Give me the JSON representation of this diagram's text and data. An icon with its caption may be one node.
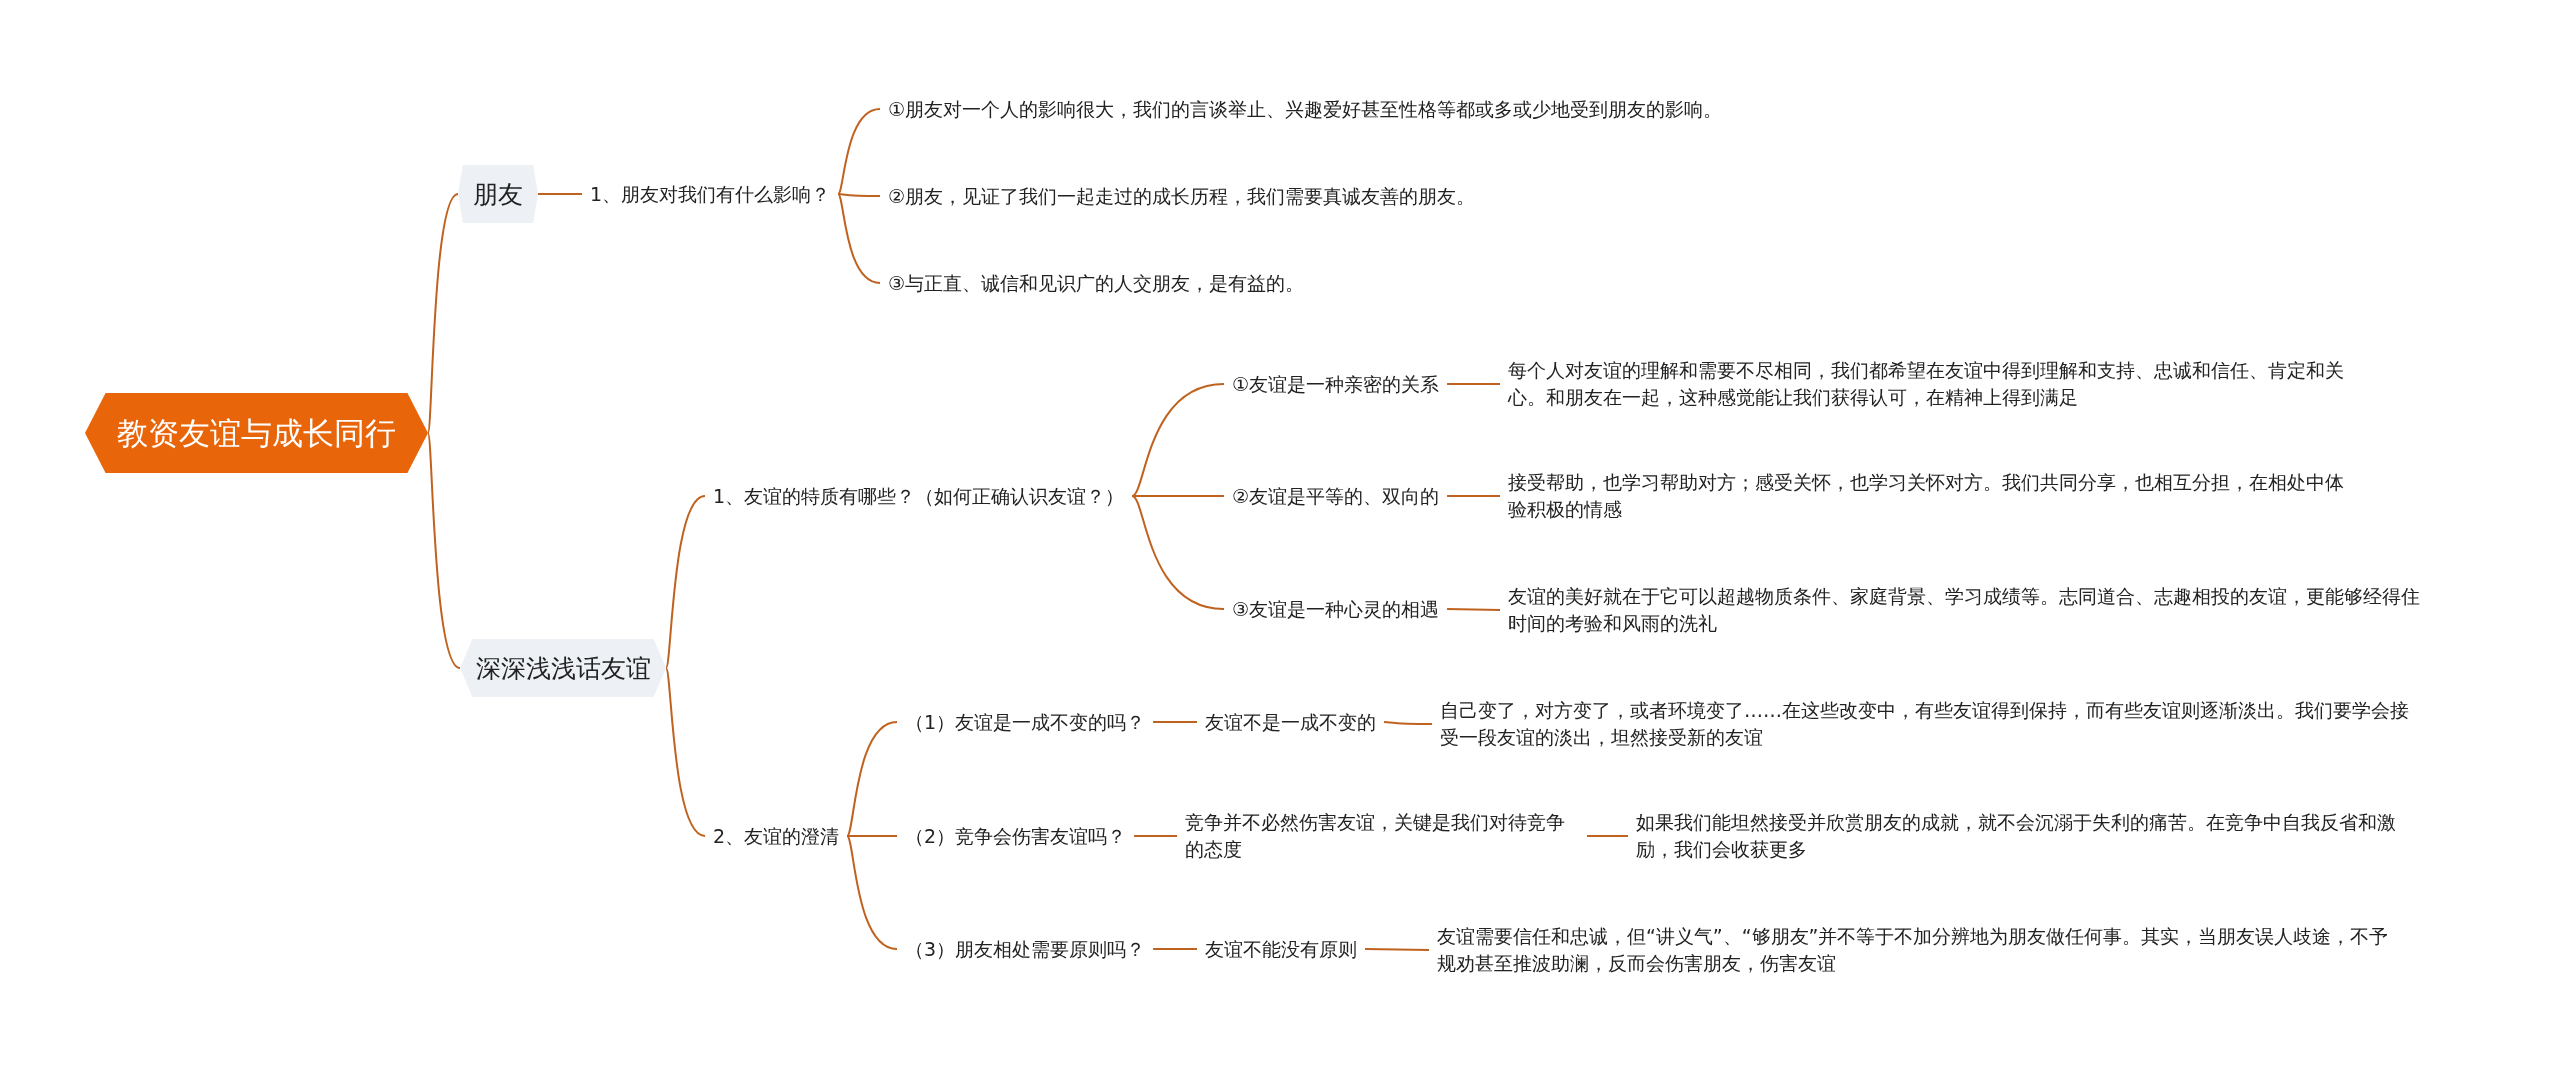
{
  "diagram": {
    "nodes": [
      {
        "text": [
          "教资友谊与成长同行"
        ]
      },
      {
        "text": [
          "朋友"
        ]
      },
      {
        "text": [
          "1、朋友对我们有什么影响？"
        ]
      },
      {
        "text": [
          "①朋友对一个人的影响很大，我们的言谈举止、兴趣爱好甚至性格等都或多或少地受到朋友的影响。"
        ]
      },
      {
        "text": [
          "②朋友，见证了我们一起走过的成长历程，我们需要真诚友善的朋友。"
        ]
      },
      {
        "text": [
          "③与正直、诚信和见识广的人交朋友，是有益的。"
        ]
      },
      {
        "text": [
          "深深浅浅话友谊"
        ]
      },
      {
        "text": [
          "1、友谊的特质有哪些？（如何正确认识友谊？）"
        ]
      },
      {
        "text": [
          "①友谊是一种亲密的关系"
        ]
      },
      {
        "text": [
          "每个人对友谊的理解和需要不尽相同，我们都希望在友谊中得到理解和支持、忠诚和信任、肯定和关心。和朋友在一起，这种感觉能让我们获得认可，在精神上得到满足"
        ]
      },
      {
        "text": [
          "②友谊是平等的、双向的"
        ]
      },
      {
        "text": [
          "接受帮助，也学习帮助对方；感受关怀，也学习关怀对方。我们共同分享，也相互分担，在相处中体验积极的情感"
        ]
      },
      {
        "text": [
          "③友谊是一种心灵的相遇"
        ]
      },
      {
        "text": [
          "友谊的美好就在于它可以超越物质条件、家庭背景、学习成绩等。志同道合、志趣相投的友谊，更能够经得住时间的考验和风雨的洗礼"
        ]
      },
      {
        "text": [
          "2、友谊的澄清"
        ]
      },
      {
        "text": [
          "（1）友谊是一成不变的吗？"
        ]
      },
      {
        "text": [
          "友谊不是一成不变的"
        ]
      },
      {
        "text": [
          "自己变了，对方变了，或者环境变了……在这些改变中，有些友谊得到保持，而有些友谊则逐渐淡出。我们要学会接受一段友谊的淡出，坦然接受新的友谊"
        ]
      },
      {
        "text": [
          "（2）竞争会伤害友谊吗？"
        ]
      },
      {
        "text": [
          "竞争并不必然伤害友谊，关键是我们对待竞争的态度"
        ]
      },
      {
        "text": [
          "如果我们能坦然接受并欣赏朋友的成就，就不会沉溺于失利的痛苦。在竞争中自我反省和激励，我们会收获更多"
        ]
      },
      {
        "text": [
          "（3）朋友相处需要原则吗？"
        ]
      },
      {
        "text": [
          "友谊不能没有原则"
        ]
      },
      {
        "text": [
          "友谊需要信任和忠诚，但“讲义气”、“够朋友”并不等于不加分辨地为朋友做任何事。其实，当朋友误人歧途，不予规劝甚至推波助澜，反而会伤害朋友，伤害友谊"
        ]
      }
    ],
    "edges": [
      {
        "from": 0,
        "to": 1,
        "arrow": "none"
      },
      {
        "from": 0,
        "to": 6,
        "arrow": "none"
      },
      {
        "from": 1,
        "to": 2,
        "arrow": "none"
      },
      {
        "from": 2,
        "to": 3,
        "arrow": "none"
      },
      {
        "from": 2,
        "to": 4,
        "arrow": "none"
      },
      {
        "from": 2,
        "to": 5,
        "arrow": "none"
      },
      {
        "from": 6,
        "to": 7,
        "arrow": "none"
      },
      {
        "from": 6,
        "to": 14,
        "arrow": "none"
      },
      {
        "from": 7,
        "to": 8,
        "arrow": "none"
      },
      {
        "from": 7,
        "to": 10,
        "arrow": "none"
      },
      {
        "from": 7,
        "to": 12,
        "arrow": "none"
      },
      {
        "from": 8,
        "to": 9,
        "arrow": "none"
      },
      {
        "from": 10,
        "to": 11,
        "arrow": "none"
      },
      {
        "from": 12,
        "to": 13,
        "arrow": "none"
      },
      {
        "from": 14,
        "to": 15,
        "arrow": "none"
      },
      {
        "from": 14,
        "to": 18,
        "arrow": "none"
      },
      {
        "from": 14,
        "to": 21,
        "arrow": "none"
      },
      {
        "from": 15,
        "to": 16,
        "arrow": "none"
      },
      {
        "from": 16,
        "to": 17,
        "arrow": "none"
      },
      {
        "from": 18,
        "to": 19,
        "arrow": "none"
      },
      {
        "from": 19,
        "to": 20,
        "arrow": "none"
      },
      {
        "from": 21,
        "to": 22,
        "arrow": "none"
      },
      {
        "from": 22,
        "to": 23,
        "arrow": "none"
      }
    ]
  }
}
